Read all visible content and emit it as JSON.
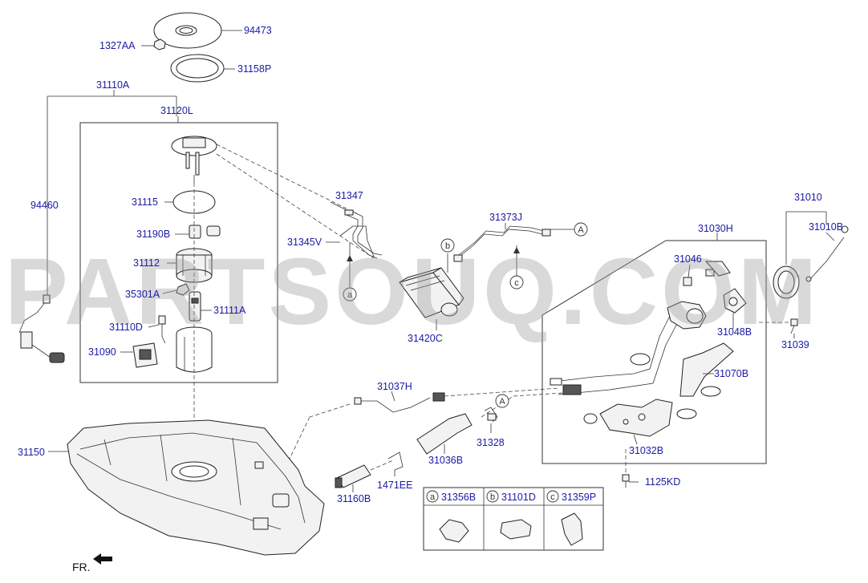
{
  "watermark": "PARTSOUQ.COM",
  "front_indicator": "FR.",
  "labels": {
    "p94473": "94473",
    "p1327AA": "1327AA",
    "p31158P": "31158P",
    "p31110A": "31110A",
    "p31120L": "31120L",
    "p94460": "94460",
    "p31115": "31115",
    "p31190B": "31190B",
    "p31112": "31112",
    "p35301A": "35301A",
    "p31111A": "31111A",
    "p31110D": "31110D",
    "p31090": "31090",
    "p31347": "31347",
    "p31345V": "31345V",
    "p31373J": "31373J",
    "p31420C": "31420C",
    "p31030H": "31030H",
    "p31046": "31046",
    "p31048B": "31048B",
    "p31010": "31010",
    "p31010B": "31010B",
    "p31039": "31039",
    "p31070B": "31070B",
    "p31037H": "31037H",
    "p31328": "31328",
    "p31036B": "31036B",
    "p31032B": "31032B",
    "p1471EE": "1471EE",
    "p31160B": "31160B",
    "p1125KD": "1125KD",
    "p31150": "31150"
  },
  "callouts": {
    "a": "a",
    "b": "b",
    "c": "c",
    "A1": "A",
    "A2": "A"
  },
  "legend_table": {
    "cells": [
      {
        "letter": "a",
        "part": "31356B"
      },
      {
        "letter": "b",
        "part": "31101D"
      },
      {
        "letter": "c",
        "part": "31359P"
      }
    ]
  }
}
